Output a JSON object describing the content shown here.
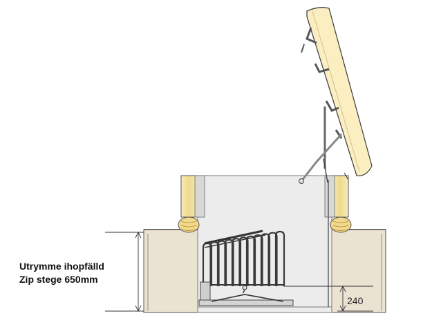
{
  "caption": {
    "line1": "Utrymme ihopfälld",
    "line2": "Zip stege 650mm"
  },
  "dimension": {
    "label": "240"
  },
  "colors": {
    "wall": "#ebe3d2",
    "wall_stroke": "#555555",
    "opening": "#ececec",
    "frame_wood": "#f5e7b2",
    "hatch_lid": "#fbefc2",
    "ladder": "#444444",
    "hinge": "#9a9a9a"
  }
}
